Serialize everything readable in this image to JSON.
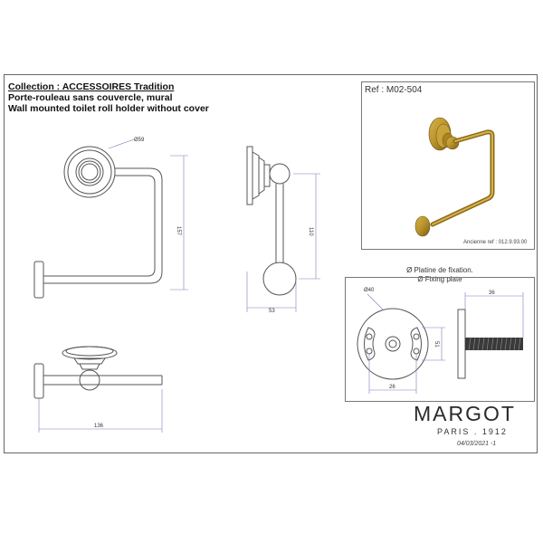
{
  "header": {
    "collection": "Collection : ACCESSOIRES Tradition",
    "name_fr": "Porte-rouleau sans couvercle, mural",
    "name_en": "Wall mounted toilet roll holder without cover"
  },
  "reference": {
    "ref": "Ref : M02-504",
    "ancienne": "Ancienne ref : 012.9.93.00"
  },
  "plate": {
    "title_fr": "Ø Platine de fixation.",
    "title_en": "Ø Fixing plate"
  },
  "dimensions": {
    "front_diameter": "Ø59",
    "front_height": "157",
    "side_height": "110",
    "side_width": "53",
    "top_width": "136",
    "plate_diameter": "Ø40",
    "plate_width": "26",
    "plate_height": "51",
    "screw_length": "36"
  },
  "brand": {
    "logo": "MARGOT",
    "city": "PARIS . 1912",
    "date": "04/03/2021 -1"
  },
  "colors": {
    "dimension_line": "#7a7fb8",
    "gold": "#b8922a",
    "gold_dark": "#7a5e12"
  }
}
